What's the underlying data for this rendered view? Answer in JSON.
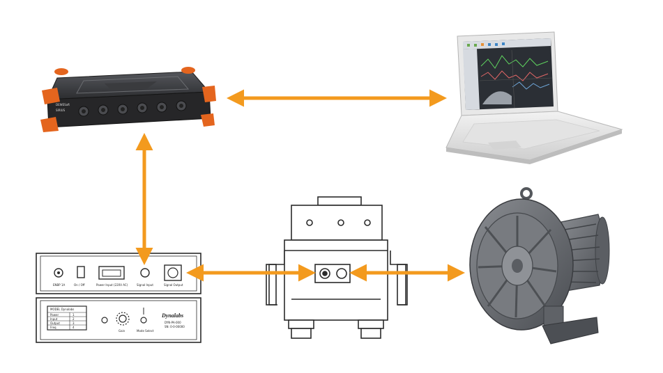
{
  "colors": {
    "arrow": "#F39A1E",
    "device_body": "#2e2e30",
    "device_accent": "#E4651E",
    "outline": "#2a2a2a",
    "blower": "#6b6e73",
    "screen": "#2b2f35"
  },
  "icons": [
    "daq-device-icon",
    "laptop-icon",
    "amplifier-icon",
    "shaker-icon",
    "blower-icon",
    "connector-icon"
  ],
  "daq": {
    "brand_label": "DEWESoft",
    "sub_label": "SIRIUS"
  },
  "amplifier_top": {
    "labels": [
      "ENBP 1A",
      "On / Off",
      "Power Input (220V AC)",
      "Signal Input",
      "Signal Output"
    ]
  },
  "amplifier_bottom": {
    "table_title": "MODEL Dynalabs",
    "table_rows": [
      [
        "Power",
        "1"
      ],
      [
        "Input",
        "2"
      ],
      [
        "Output",
        "3"
      ],
      [
        "Freq",
        "4"
      ]
    ],
    "knob_label": "Gain",
    "switch_label": "Mode Select",
    "brand": "Dynalabs",
    "spec_line1": "DYN-PA-000",
    "spec_line2": "SN: 0-0-00000"
  }
}
